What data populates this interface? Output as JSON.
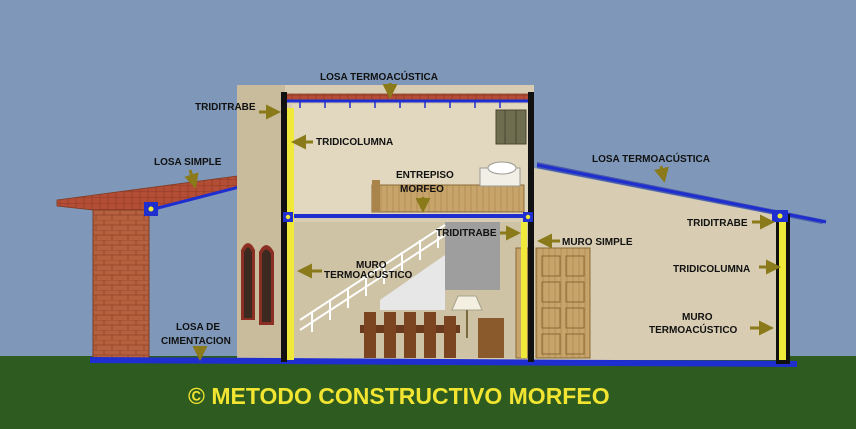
{
  "labels": {
    "losa_termoacustica_top": "LOSA TERMOACÚSTICA",
    "triditrabe_upper_left": "TRIDITRABE",
    "tridicolumna_left": "TRIDICOLUMNA",
    "losa_simple": "LOSA SIMPLE",
    "entrepiso_line1": "ENTREPISO",
    "entrepiso_line2": "MORFEO",
    "losa_termoacustica_right": "LOSA TERMOACÚSTICA",
    "triditrabe_right": "TRIDITRABE",
    "triditrabe_mid": "TRIDITRABE",
    "muro_simple": "MURO SIMPLE",
    "tridicolumna_right": "TRIDICOLUMNA",
    "muro_termo_left_line1": "MURO",
    "muro_termo_left_line2": "TERMOACUSTICO",
    "muro_termo_right_line1": "MURO",
    "muro_termo_right_line2": "TERMOACÚSTICO",
    "losa_cimentacion_line1": "LOSA DE",
    "losa_cimentacion_line2": "CIMENTACION"
  },
  "footer": "© METODO CONSTRUCTIVO MORFEO",
  "colors": {
    "sky": "#7f98ba",
    "ground": "#2e5b20",
    "wall": "#d8cdb2",
    "roof_tile": "#b44d35",
    "blue_beam": "#1f2fcf",
    "yellow_column": "#efe93a",
    "brick": "#b5603e",
    "arrow": "#8a7a1a",
    "footer_text": "#f2e531"
  }
}
